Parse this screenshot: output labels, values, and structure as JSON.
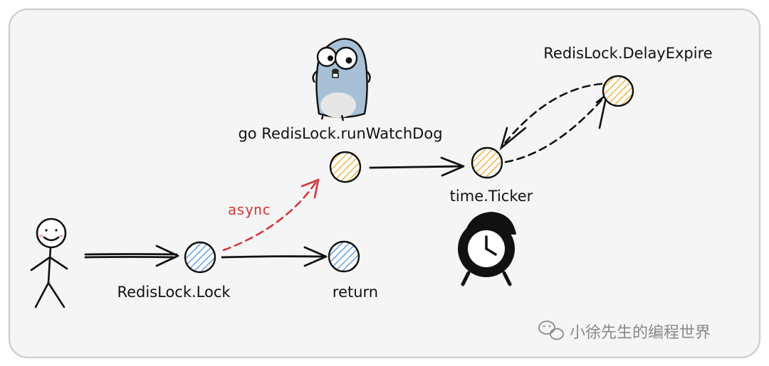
{
  "labels": {
    "lock": "RedisLock.Lock",
    "ret": "return",
    "watchdog": "go RedisLock.runWatchDog",
    "ticker": "time.Ticker",
    "delay": "RedisLock.DelayExpire",
    "async": "async"
  },
  "watermark": {
    "text": "小徐先生的编程世界",
    "icon": "wechat-icon"
  },
  "icons": {
    "person": "stick-figure-icon",
    "gopher": "gopher-mascot-icon",
    "clock": "alarm-clock-icon"
  },
  "colors": {
    "blue_node": "#4a90e2",
    "yellow_node": "#f0a830",
    "async_arrow": "#d4373a",
    "frame_border": "#d0d0d0",
    "frame_fill": "#f5f5f6",
    "gopher_body": "#a8c0d6"
  }
}
